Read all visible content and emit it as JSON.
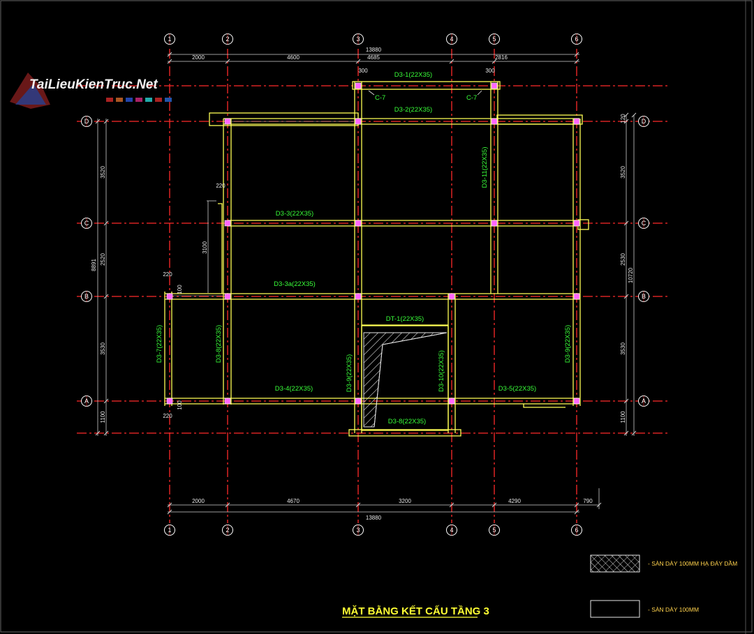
{
  "title": "MẶT BẰNG KẾT CẤU TẦNG 3",
  "watermark": {
    "text": "TaiLieuKienTruc.Net"
  },
  "colors": {
    "background": "#000000",
    "axis": "#ff2a2a",
    "beam": "#ffff55",
    "column": "#ff66ff",
    "text_green": "#39ff39",
    "dimension": "#e6e6e6"
  },
  "axes_vertical": [
    {
      "label": "1"
    },
    {
      "label": "2"
    },
    {
      "label": "3"
    },
    {
      "label": "4"
    },
    {
      "label": "5"
    },
    {
      "label": "6"
    }
  ],
  "axes_horizontal": [
    {
      "label": "D"
    },
    {
      "label": "C"
    },
    {
      "label": "B"
    },
    {
      "label": "A"
    }
  ],
  "dims_top": [
    "2000",
    "4600",
    "4685",
    "2816"
  ],
  "dims_top_total": "13880",
  "dims_bottom": [
    "2000",
    "4670",
    "3200",
    "4290",
    "790"
  ],
  "dims_bottom_total": "13880",
  "dims_left": [
    "3520",
    "2520",
    "3530",
    "1100"
  ],
  "dims_left_total": "8891",
  "dims_right": [
    "120",
    "3520",
    "2530",
    "3530",
    "1100"
  ],
  "dims_right_total": "10720",
  "small_dims": [
    "300",
    "300",
    "220",
    "3100",
    "220",
    "100",
    "100",
    "220"
  ],
  "beams": [
    "D3-1(22X35)",
    "D3-2(22X35)",
    "D3-3(22X35)",
    "D3-3a(22X35)",
    "D3-4(22X35)",
    "D3-5(22X35)",
    "D3-7(22X35)",
    "D3-8(22X35)",
    "D3-8(22X35)",
    "D3-9(22X35)",
    "D3-10(22X35)",
    "D3-11(22X35)",
    "DT-1(22X35)",
    "D3-9(22X35)"
  ],
  "columns_labels": [
    "C-7",
    "C-7"
  ],
  "legend": [
    {
      "label": "- SÀN DÀY 100MM HẠ ĐÁY DẦM"
    },
    {
      "label": "- SÀN DÀY 100MM"
    }
  ]
}
